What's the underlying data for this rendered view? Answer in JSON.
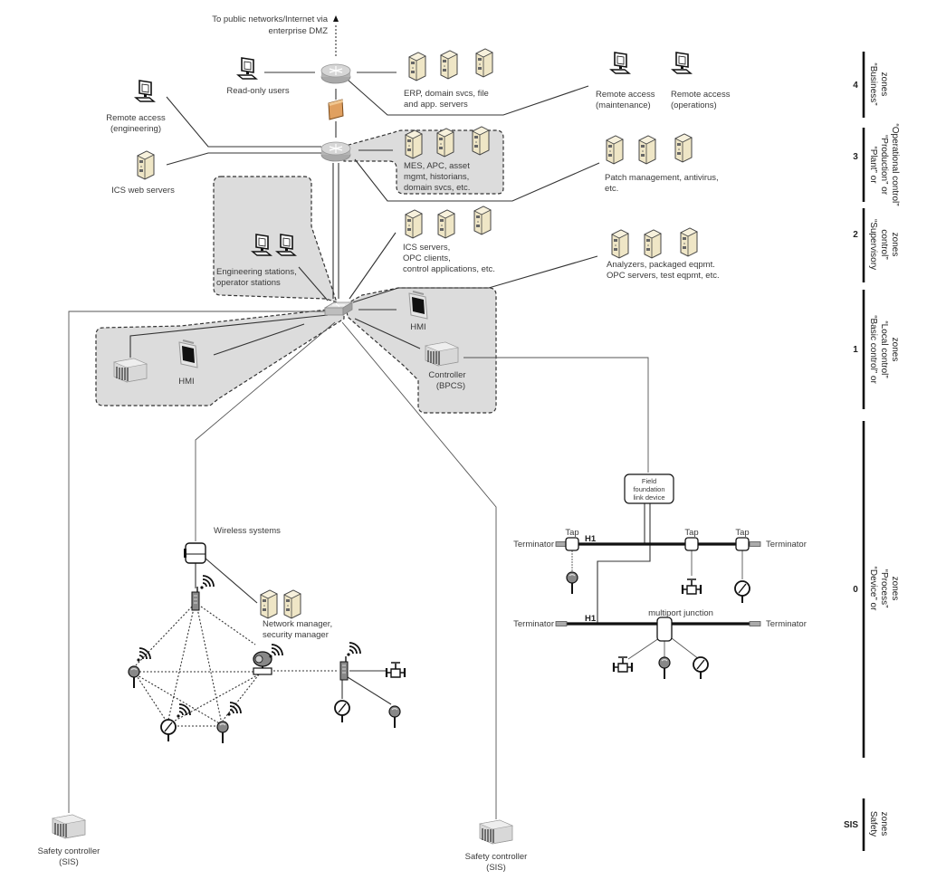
{
  "title": "ICS network zone architecture (ISA-99 / Purdue model)",
  "colors": {
    "zone_fill": "#dcdcdc",
    "server_fill": "#efe6c6",
    "firewall_fill": "#e0a060",
    "router_fill": "#cfcfcf"
  },
  "labels": {
    "internet": [
      "To public networks/Internet via",
      "enterprise DMZ"
    ],
    "read_only_users": "Read-only users",
    "erp_servers": [
      "ERP, domain svcs, file",
      "and app. servers"
    ],
    "remote_maintenance": [
      "Remote access",
      "(maintenance)"
    ],
    "remote_operations": [
      "Remote access",
      "(operations)"
    ],
    "remote_engineering": [
      "Remote access",
      "(engineering)"
    ],
    "ics_web_servers": "ICS web servers",
    "mes_servers": [
      "MES, APC, asset",
      "mgmt, historians,",
      "domain svcs, etc."
    ],
    "patch_mgmt": [
      "Patch management, antivirus,",
      "etc."
    ],
    "eng_stations": [
      "Engineering stations,",
      "operator stations"
    ],
    "ics_servers": [
      "ICS servers,",
      "OPC clients,",
      "control applications, etc."
    ],
    "analyzers": [
      "Analyzers, packaged eqpmt.",
      "OPC servers, test eqpmt, etc."
    ],
    "hmi_right": "HMI",
    "hmi_left": "HMI",
    "controller": [
      "Controller",
      "(BPCS)"
    ],
    "wireless_systems": "Wireless systems",
    "network_manager": [
      "Network manager,",
      "security manager"
    ],
    "ff_link_device": [
      "Field",
      "foundation",
      "link device"
    ],
    "terminator": "Terminator",
    "tap": "Tap",
    "h1": "H1",
    "multiport_junction": "multiport junction",
    "safety_controller": [
      "Safety controller",
      "(SIS)"
    ]
  },
  "zones": [
    {
      "level": "4",
      "name": [
        "“Business”",
        "zones"
      ]
    },
    {
      "level": "3",
      "name": [
        "“Plant” or",
        "“Production” or",
        "“Operational control”"
      ]
    },
    {
      "level": "2",
      "name": [
        "“Supervisory",
        "control”",
        "zones"
      ]
    },
    {
      "level": "1",
      "name": [
        "“Basic control” or",
        "“Local control”",
        "zones"
      ]
    },
    {
      "level": "0",
      "name": [
        "“Device” or",
        "“Process”",
        "zones"
      ]
    },
    {
      "level": "SIS",
      "name": [
        "Safety",
        "zones"
      ]
    }
  ],
  "icons": {
    "workstation": "computer-icon",
    "server": "server-tower-icon",
    "router": "router-icon",
    "switch": "network-switch-icon",
    "firewall": "firewall-icon",
    "hmi": "hmi-panel-icon",
    "plc": "plc-controller-icon",
    "gateway": "wireless-gateway-icon",
    "transmitter": "transmitter-icon",
    "gauge": "pressure-gauge-icon",
    "valve": "control-valve-icon",
    "wifi": "wireless-signal-icon"
  }
}
